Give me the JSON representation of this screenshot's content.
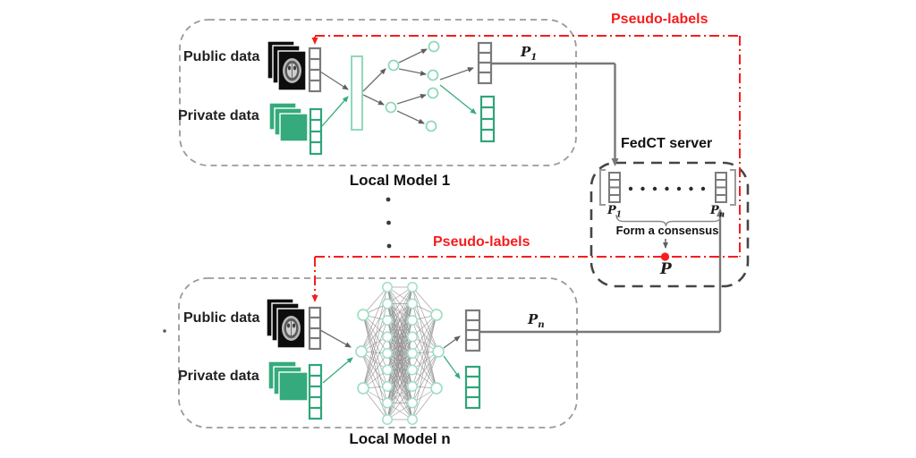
{
  "figure": {
    "pseudo_labels_top": "Pseudo-labels",
    "pseudo_labels_bottom": "Pseudo-labels",
    "local_model_1": {
      "title": "Local Model 1",
      "public_data": "Public data",
      "private_data": "Private data",
      "output": {
        "base": "P",
        "sub": "1"
      }
    },
    "local_model_n": {
      "title": "Local Model n",
      "public_data": "Public data",
      "private_data": "Private data",
      "output": {
        "base": "P",
        "sub": "n"
      }
    },
    "server": {
      "title": "FedCT server",
      "input_left": {
        "base": "P",
        "sub": "1"
      },
      "input_right": {
        "base": "P",
        "sub": "n"
      },
      "consensus_caption": "Form a consensus",
      "consensus_output": "P"
    },
    "colors": {
      "pseudo_label_red": "#f51d1d",
      "private_green": "#35aa7d",
      "light_green": "#8fd9b9",
      "line_gray": "#787878",
      "box_border_gray": "#9a9a9a",
      "server_border_gray": "#454545",
      "text_black": "#1f1f1f"
    }
  }
}
